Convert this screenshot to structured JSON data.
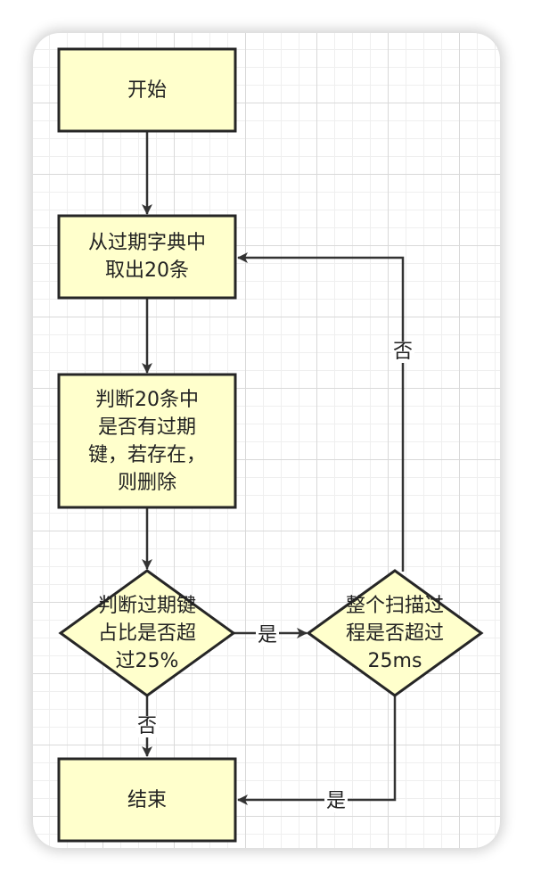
{
  "colors": {
    "node_fill": "#ffffcc",
    "node_stroke": "#262626",
    "edge_stroke": "#333333",
    "grid_line": "#d9d9d9"
  },
  "nodes": {
    "start": "开始",
    "fetch": "从过期字典中\n取出20条",
    "check_delete": "判断20条中\n是否有过期\n键，若存在，\n则删除",
    "ratio_decision": "判断过期键\n占比是否超\n过25%",
    "time_decision": "整个扫描过\n程是否超过\n25ms",
    "end": "结束"
  },
  "edges": {
    "ratio_yes": "是",
    "ratio_no": "否",
    "time_yes": "是",
    "time_no": "否"
  }
}
